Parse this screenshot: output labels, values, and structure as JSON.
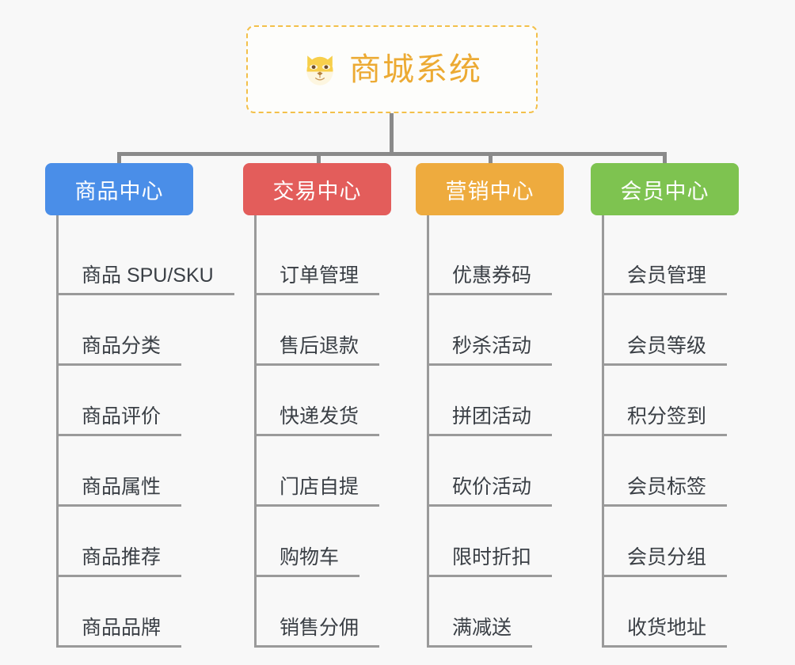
{
  "background_color": "#f8f8f8",
  "root": {
    "title": "商城系统",
    "icon": "shiba-dog-face-icon",
    "text_color": "#ecaa33",
    "border_color": "#f3c04a"
  },
  "connector_color": "#8a8a8a",
  "branches": [
    {
      "label": "商品中心",
      "color": "#4a8ee8",
      "items": [
        "商品 SPU/SKU",
        "商品分类",
        "商品评价",
        "商品属性",
        "商品推荐",
        "商品品牌"
      ]
    },
    {
      "label": "交易中心",
      "color": "#e35d5b",
      "items": [
        "订单管理",
        "售后退款",
        "快递发货",
        "门店自提",
        "购物车",
        "销售分佣"
      ]
    },
    {
      "label": "营销中心",
      "color": "#eeab3e",
      "items": [
        "优惠券码",
        "秒杀活动",
        "拼团活动",
        "砍价活动",
        "限时折扣",
        "满减送"
      ]
    },
    {
      "label": "会员中心",
      "color": "#7ec350",
      "items": [
        "会员管理",
        "会员等级",
        "积分签到",
        "会员标签",
        "会员分组",
        "收货地址"
      ]
    }
  ]
}
